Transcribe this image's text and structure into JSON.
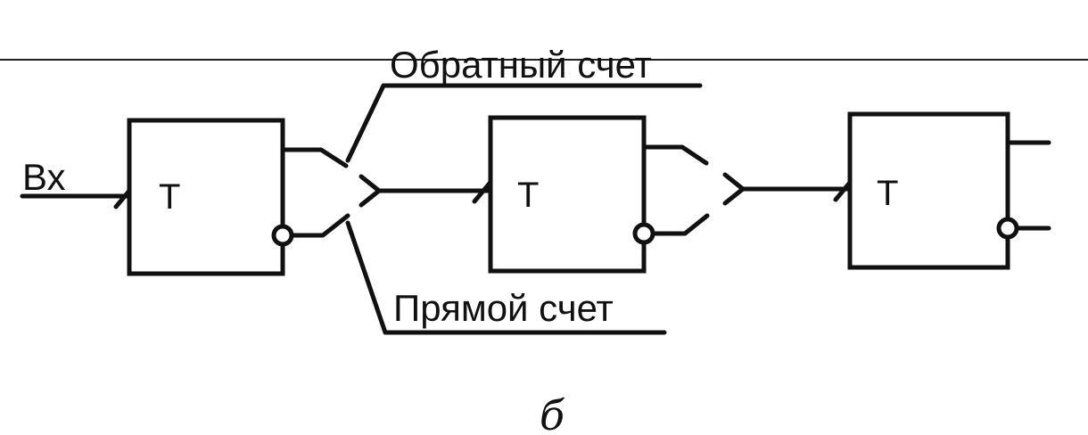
{
  "labels": {
    "reverse_count": "Обратный счет",
    "forward_count": "Прямой счет",
    "input": "Вх",
    "caption": "б"
  },
  "triggers": [
    {
      "label": "T"
    },
    {
      "label": "T"
    },
    {
      "label": "T"
    }
  ],
  "colors": {
    "line": "#111111",
    "background": "#ffffff"
  }
}
